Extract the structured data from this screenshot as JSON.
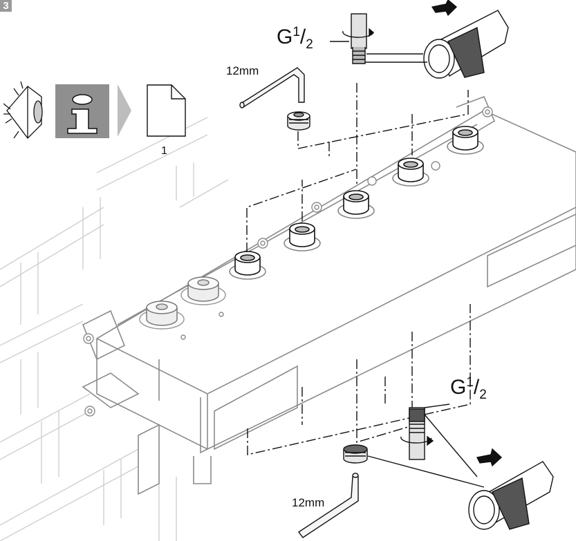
{
  "step_number": "3",
  "labels": {
    "wrench_top": "12mm",
    "wrench_bottom": "12mm",
    "thread_top": {
      "prefix": "G",
      "num": "1",
      "den": "2"
    },
    "thread_bottom": {
      "prefix": "G",
      "num": "1",
      "den": "2"
    },
    "doc_page": "1"
  },
  "icons": [
    "eye-inspect-icon",
    "info-icon",
    "chevron-right-icon",
    "document-page-icon",
    "hex-key-icon",
    "ptfe-tape-icon",
    "rotate-arrow-icon"
  ]
}
